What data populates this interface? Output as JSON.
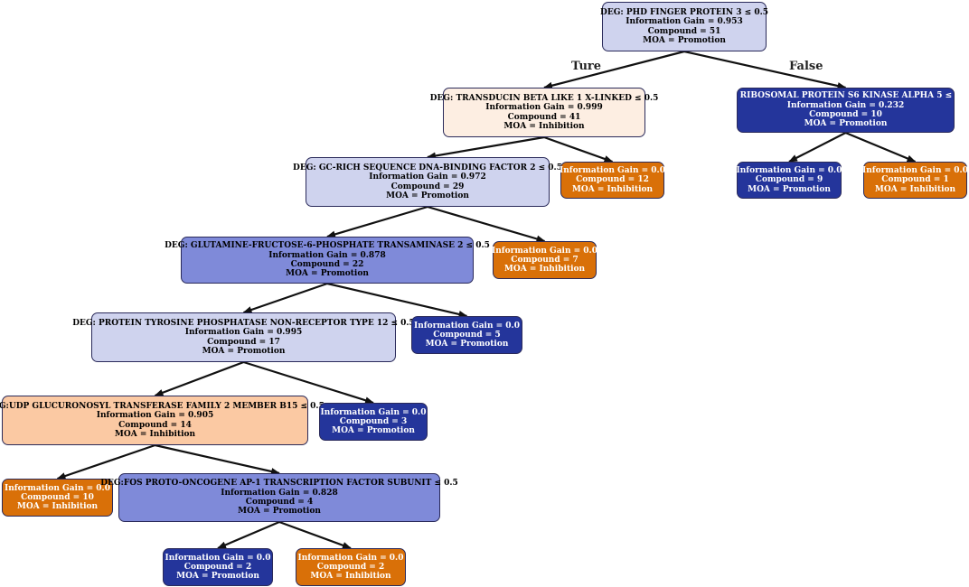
{
  "colors": {
    "promotion_pale": "#cfd3ee",
    "promotion_mid": "#7f8ad9",
    "promotion_dark": "#24359b",
    "inhibition_pale": "#fdeee2",
    "inhibition_light": "#fbc9a3",
    "inhibition_dark": "#d97008",
    "edge": "#111111"
  },
  "edge_labels": {
    "true_branch": "Ture",
    "false_branch": "False"
  },
  "nodes": [
    {
      "id": "n0",
      "color": "promotion_pale",
      "title": "DEG: PHD FINGER PROTEIN 3 ≤ 0.5",
      "gain": "Information Gain = 0.953",
      "compound": "Compound = 51",
      "moa": "MOA = Promotion"
    },
    {
      "id": "n1",
      "color": "inhibition_pale",
      "title": "DEG: TRANSDUCIN BETA LIKE 1 X-LINKED ≤ 0.5",
      "gain": "Information Gain = 0.999",
      "compound": "Compound = 41",
      "moa": "MOA = Inhibition"
    },
    {
      "id": "n2",
      "color": "promotion_dark",
      "title": "TP: RIBOSOMAL PROTEIN S6 KINASE ALPHA 5 ≤ 0.5",
      "gain": "Information Gain = 0.232",
      "compound": "Compound = 10",
      "moa": "MOA = Promotion"
    },
    {
      "id": "n3",
      "color": "promotion_pale",
      "title": "DEG: GC-RICH SEQUENCE DNA-BINDING FACTOR 2 ≤ 0.5",
      "gain": "Information Gain = 0.972",
      "compound": "Compound = 29",
      "moa": "MOA = Promotion"
    },
    {
      "id": "n4",
      "color": "inhibition_dark",
      "title": "",
      "gain": "Information Gain = 0.0",
      "compound": "Compound = 12",
      "moa": "MOA = Inhibition"
    },
    {
      "id": "n5",
      "color": "promotion_dark",
      "title": "",
      "gain": "Information Gain = 0.0",
      "compound": "Compound = 9",
      "moa": "MOA = Promotion"
    },
    {
      "id": "n6",
      "color": "inhibition_dark",
      "title": "",
      "gain": "Information Gain = 0.0",
      "compound": "Compound = 1",
      "moa": "MOA = Inhibition"
    },
    {
      "id": "n7",
      "color": "promotion_mid",
      "title": "DEG: GLUTAMINE-FRUCTOSE-6-PHOSPHATE TRANSAMINASE 2 ≤ 0.5",
      "gain": "Information Gain = 0.878",
      "compound": "Compound = 22",
      "moa": "MOA = Promotion"
    },
    {
      "id": "n8",
      "color": "inhibition_dark",
      "title": "",
      "gain": "Information Gain = 0.0",
      "compound": "Compound = 7",
      "moa": "MOA = Inhibition"
    },
    {
      "id": "n9",
      "color": "promotion_pale",
      "title": "DEG: PROTEIN TYROSINE PHOSPHATASE NON-RECEPTOR TYPE 12 ≤ 0.5",
      "gain": "Information Gain = 0.995",
      "compound": "Compound = 17",
      "moa": "MOA = Promotion"
    },
    {
      "id": "n10",
      "color": "promotion_dark",
      "title": "",
      "gain": "Information Gain = 0.0",
      "compound": "Compound = 5",
      "moa": "MOA = Promotion"
    },
    {
      "id": "n11",
      "color": "inhibition_light",
      "title": "DEG:UDP GLUCURONOSYL TRANSFERASE FAMILY 2 MEMBER B15 ≤ 0.5",
      "gain": "Information Gain = 0.905",
      "compound": "Compound = 14",
      "moa": "MOA = Inhibition"
    },
    {
      "id": "n12",
      "color": "promotion_dark",
      "title": "",
      "gain": "Information Gain = 0.0",
      "compound": "Compound = 3",
      "moa": "MOA = Promotion"
    },
    {
      "id": "n13",
      "color": "inhibition_dark",
      "title": "",
      "gain": "Information Gain = 0.0",
      "compound": "Compound = 10",
      "moa": "MOA = Inhibition"
    },
    {
      "id": "n14",
      "color": "promotion_mid",
      "title": "DEG:FOS PROTO-ONCOGENE AP-1 TRANSCRIPTION FACTOR SUBUNIT ≤ 0.5",
      "gain": "Information Gain = 0.828",
      "compound": "Compound = 4",
      "moa": "MOA = Promotion"
    },
    {
      "id": "n15",
      "color": "promotion_dark",
      "title": "",
      "gain": "Information Gain = 0.0",
      "compound": "Compound = 2",
      "moa": "MOA = Promotion"
    },
    {
      "id": "n16",
      "color": "inhibition_dark",
      "title": "",
      "gain": "Information Gain = 0.0",
      "compound": "Compound = 2",
      "moa": "MOA = Inhibition"
    }
  ],
  "edges": [
    [
      "n0",
      "n1"
    ],
    [
      "n0",
      "n2"
    ],
    [
      "n1",
      "n3"
    ],
    [
      "n1",
      "n4"
    ],
    [
      "n2",
      "n5"
    ],
    [
      "n2",
      "n6"
    ],
    [
      "n3",
      "n7"
    ],
    [
      "n3",
      "n8"
    ],
    [
      "n7",
      "n9"
    ],
    [
      "n7",
      "n10"
    ],
    [
      "n9",
      "n11"
    ],
    [
      "n9",
      "n12"
    ],
    [
      "n11",
      "n13"
    ],
    [
      "n11",
      "n14"
    ],
    [
      "n14",
      "n15"
    ],
    [
      "n14",
      "n16"
    ]
  ]
}
